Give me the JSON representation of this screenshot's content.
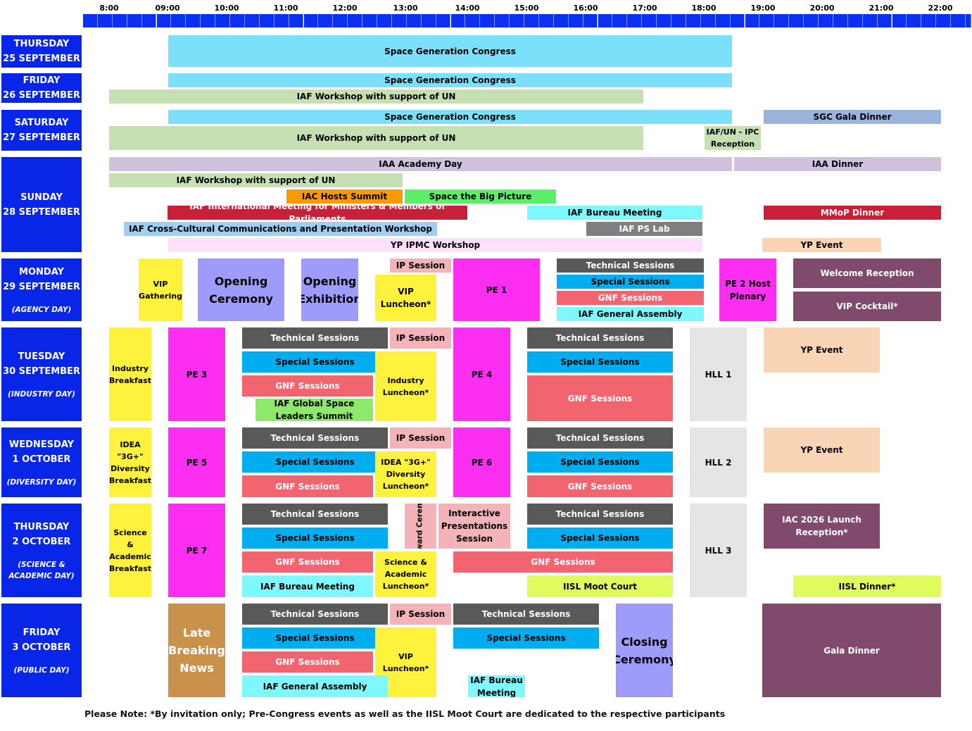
{
  "hours": [
    "8:00",
    "09:00",
    "10:00",
    "11:00",
    "12:00",
    "13:00",
    "14:00",
    "15:00",
    "16:00",
    "17:00",
    "18:00",
    "19:00",
    "20:00",
    "21:00",
    "22:00"
  ],
  "days": [
    {
      "name": "THURSDAY",
      "date": "25 SEPTEMBER",
      "tag": ""
    },
    {
      "name": "FRIDAY",
      "date": "26 SEPTEMBER",
      "tag": ""
    },
    {
      "name": "SATURDAY",
      "date": "27 SEPTEMBER",
      "tag": ""
    },
    {
      "name": "SUNDAY",
      "date": "28 SEPTEMBER",
      "tag": ""
    },
    {
      "name": "MONDAY",
      "date": "29 SEPTEMBER",
      "tag": "(AGENCY DAY)"
    },
    {
      "name": "TUESDAY",
      "date": "30 SEPTEMBER",
      "tag": "(INDUSTRY DAY)"
    },
    {
      "name": "WEDNESDAY",
      "date": "1 OCTOBER",
      "tag": "(DIVERSITY DAY)"
    },
    {
      "name": "THURSDAY",
      "date": "2 OCTOBER",
      "tag": "(SCIENCE & ACADEMIC DAY)"
    },
    {
      "name": "FRIDAY",
      "date": "3 OCTOBER",
      "tag": "(PUBLIC DAY)"
    }
  ],
  "colors": {
    "sgc": "#7de0fb",
    "workshop": "#c6e0b4",
    "academy": "#d0c2dd",
    "orange": "#ff9900",
    "green": "#5cf06a",
    "red": "#c9203a",
    "cyan": "#7ef8fd",
    "lightblue": "#9ecff3",
    "grey": "#7f7f7f",
    "pink": "#fde1fb",
    "peach": "#fad5b5",
    "yellow": "#fef23c",
    "magenta": "#fb2ef2",
    "lavender": "#9e9bfa",
    "lightred": "#f3b3b9",
    "dark": "#595959",
    "blue": "#00aeef",
    "salmon": "#f26470",
    "plum": "#7f4a6c",
    "lightgrey": "#e5e5e5",
    "brightgreen": "#8ee86b",
    "lime": "#dffb5e",
    "tan": "#c9914c",
    "periwinkle": "#9ab4de"
  },
  "events": [
    {
      "text": "Space Generation Congress",
      "c": "sgc",
      "fg": "#000"
    },
    {
      "text": "Space Generation Congress",
      "c": "sgc",
      "fg": "#000"
    },
    {
      "text": "IAF Workshop with support of UN",
      "c": "workshop",
      "fg": "#000"
    },
    {
      "text": "Space Generation Congress",
      "c": "sgc",
      "fg": "#000"
    },
    {
      "text": "SGC Gala Dinner",
      "c": "periwinkle",
      "fg": "#000"
    },
    {
      "text": "IAF Workshop with support of UN",
      "c": "workshop",
      "fg": "#000"
    },
    {
      "text": "IAF/UN - IPC Reception",
      "c": "workshop",
      "fg": "#000"
    },
    {
      "text": "IAA Academy Day",
      "c": "academy",
      "fg": "#000"
    },
    {
      "text": "IAA  Dinner",
      "c": "academy",
      "fg": "#000"
    },
    {
      "text": "IAF Workshop with support of UN",
      "c": "workshop",
      "fg": "#000"
    },
    {
      "text": "IAC Hosts Summit",
      "c": "orange",
      "fg": "#000"
    },
    {
      "text": "Space the Big Picture",
      "c": "green",
      "fg": "#000"
    },
    {
      "text": "IAF International Meeting for Ministers & Members of Parliaments",
      "c": "red",
      "fg": "#fff"
    },
    {
      "text": "IAF Bureau Meeting",
      "c": "cyan",
      "fg": "#000"
    },
    {
      "text": "MMoP Dinner",
      "c": "red",
      "fg": "#fff"
    },
    {
      "text": "IAF Cross-Cultural Communications and Presentation Workshop",
      "c": "lightblue",
      "fg": "#000"
    },
    {
      "text": "IAF PS Lab",
      "c": "grey",
      "fg": "#fff"
    },
    {
      "text": "YP IPMC Workshop",
      "c": "pink",
      "fg": "#000"
    },
    {
      "text": "YP Event",
      "c": "peach",
      "fg": "#000"
    },
    {
      "text": "VIP Gathering",
      "c": "yellow",
      "fg": "#000"
    },
    {
      "text": "Opening Ceremony",
      "c": "lavender",
      "fg": "#000"
    },
    {
      "text": "Opening Exhibition",
      "c": "lavender",
      "fg": "#000"
    },
    {
      "text": "IP Session",
      "c": "lightred",
      "fg": "#000"
    },
    {
      "text": "VIP Luncheon*",
      "c": "yellow",
      "fg": "#000"
    },
    {
      "text": "PE 1",
      "c": "magenta",
      "fg": "#000"
    },
    {
      "text": "Technical Sessions",
      "c": "dark",
      "fg": "#fff"
    },
    {
      "text": "Special Sessions",
      "c": "blue",
      "fg": "#000"
    },
    {
      "text": "GNF Sessions",
      "c": "salmon",
      "fg": "#fff"
    },
    {
      "text": "IAF General Assembly",
      "c": "cyan",
      "fg": "#000"
    },
    {
      "text": "PE 2 Host Plenary",
      "c": "magenta",
      "fg": "#000"
    },
    {
      "text": "Welcome Reception",
      "c": "plum",
      "fg": "#fff"
    },
    {
      "text": "VIP Cocktail*",
      "c": "plum",
      "fg": "#fff"
    },
    {
      "text": "Industry Breakfast",
      "c": "yellow",
      "fg": "#000"
    },
    {
      "text": "PE 3",
      "c": "magenta",
      "fg": "#000"
    },
    {
      "text": "Technical Sessions",
      "c": "dark",
      "fg": "#fff"
    },
    {
      "text": "IP Session",
      "c": "lightred",
      "fg": "#000"
    },
    {
      "text": "Special Sessions",
      "c": "blue",
      "fg": "#000"
    },
    {
      "text": "GNF Sessions",
      "c": "salmon",
      "fg": "#fff"
    },
    {
      "text": "IAF Global Space Leaders Summit",
      "c": "brightgreen",
      "fg": "#000"
    },
    {
      "text": "Industry Luncheon*",
      "c": "yellow",
      "fg": "#000"
    },
    {
      "text": "PE 4",
      "c": "magenta",
      "fg": "#000"
    },
    {
      "text": "Technical Sessions",
      "c": "dark",
      "fg": "#fff"
    },
    {
      "text": "Special Sessions",
      "c": "blue",
      "fg": "#000"
    },
    {
      "text": "GNF Sessions",
      "c": "salmon",
      "fg": "#fff"
    },
    {
      "text": "HLL 1",
      "c": "lightgrey",
      "fg": "#000"
    },
    {
      "text": "YP Event",
      "c": "peach",
      "fg": "#000"
    },
    {
      "text": "IDEA \"3G+\" Diversity Breakfast",
      "c": "yellow",
      "fg": "#000"
    },
    {
      "text": "PE 5",
      "c": "magenta",
      "fg": "#000"
    },
    {
      "text": "Technical Sessions",
      "c": "dark",
      "fg": "#fff"
    },
    {
      "text": "IP Session",
      "c": "lightred",
      "fg": "#000"
    },
    {
      "text": "Special Sessions",
      "c": "blue",
      "fg": "#000"
    },
    {
      "text": "IDEA \"3G+\" Diversity Luncheon*",
      "c": "yellow",
      "fg": "#000"
    },
    {
      "text": "GNF Sessions",
      "c": "salmon",
      "fg": "#fff"
    },
    {
      "text": "PE 6",
      "c": "magenta",
      "fg": "#000"
    },
    {
      "text": "Technical Sessions",
      "c": "dark",
      "fg": "#fff"
    },
    {
      "text": "Special Sessions",
      "c": "blue",
      "fg": "#000"
    },
    {
      "text": "GNF Sessions",
      "c": "salmon",
      "fg": "#fff"
    },
    {
      "text": "HLL 2",
      "c": "lightgrey",
      "fg": "#000"
    },
    {
      "text": "YP Event",
      "c": "peach",
      "fg": "#000"
    },
    {
      "text": "Science & Academic Breakfast",
      "c": "yellow",
      "fg": "#000"
    },
    {
      "text": "PE 7",
      "c": "magenta",
      "fg": "#000"
    },
    {
      "text": "Technical Sessions",
      "c": "dark",
      "fg": "#fff"
    },
    {
      "text": "IP Award Ceremony",
      "c": "lightred",
      "fg": "#000",
      "rot": true
    },
    {
      "text": "Interactive Presentations Session",
      "c": "lightred",
      "fg": "#000"
    },
    {
      "text": "Technical Sessions",
      "c": "dark",
      "fg": "#fff"
    },
    {
      "text": "Special Sessions",
      "c": "blue",
      "fg": "#000"
    },
    {
      "text": "Special Sessions",
      "c": "blue",
      "fg": "#000"
    },
    {
      "text": "GNF Sessions",
      "c": "salmon",
      "fg": "#fff"
    },
    {
      "text": "Science & Academic Luncheon*",
      "c": "yellow",
      "fg": "#000"
    },
    {
      "text": "GNF Sessions",
      "c": "salmon",
      "fg": "#fff"
    },
    {
      "text": "IAF Bureau Meeting",
      "c": "cyan",
      "fg": "#000"
    },
    {
      "text": "IISL  Moot Court",
      "c": "lime",
      "fg": "#000"
    },
    {
      "text": "HLL 3",
      "c": "lightgrey",
      "fg": "#000"
    },
    {
      "text": "IAC 2026 Launch Reception*",
      "c": "plum",
      "fg": "#fff"
    },
    {
      "text": "IISL Dinner*",
      "c": "lime",
      "fg": "#000"
    },
    {
      "text": "Late Breaking News",
      "c": "tan",
      "fg": "#fff"
    },
    {
      "text": "Technical Sessions",
      "c": "dark",
      "fg": "#fff"
    },
    {
      "text": "IP Session",
      "c": "lightred",
      "fg": "#000"
    },
    {
      "text": "Technical Sessions",
      "c": "dark",
      "fg": "#fff"
    },
    {
      "text": "Special Sessions",
      "c": "blue",
      "fg": "#000"
    },
    {
      "text": "Special Sessions",
      "c": "blue",
      "fg": "#000"
    },
    {
      "text": "VIP Luncheon*",
      "c": "yellow",
      "fg": "#000"
    },
    {
      "text": "GNF Sessions",
      "c": "salmon",
      "fg": "#fff"
    },
    {
      "text": "Closing Ceremony",
      "c": "lavender",
      "fg": "#000"
    },
    {
      "text": "Gala Dinner",
      "c": "plum",
      "fg": "#fff"
    },
    {
      "text": "IAF General Assembly",
      "c": "cyan",
      "fg": "#000"
    },
    {
      "text": "IAF Bureau Meeting",
      "c": "cyan",
      "fg": "#000"
    }
  ],
  "footnote": "Please Note: *By invitation only; Pre-Congress events as well as the IISL Moot Court are dedicated to the respective participants"
}
